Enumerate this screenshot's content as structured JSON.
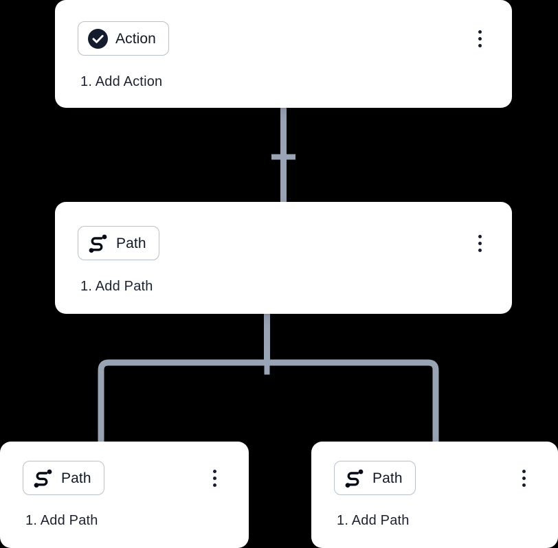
{
  "canvas": {
    "background_color": "#000000",
    "card_background_color": "#ffffff",
    "connector_color": "#98a3b3",
    "chip_border_color": "#b7c0cc",
    "text_color": "#1b2130",
    "action_icon_color": "#141b2d"
  },
  "nodes": [
    {
      "id": "node-action",
      "chip_label": "Action",
      "chip_icon": "check-circle-icon",
      "subtitle": "1. Add Action",
      "menu_icon": "kebab-menu-icon"
    },
    {
      "id": "node-path-main",
      "chip_label": "Path",
      "chip_icon": "path-icon",
      "subtitle": "1. Add Path",
      "menu_icon": "kebab-menu-icon"
    },
    {
      "id": "node-path-left",
      "chip_label": "Path",
      "chip_icon": "path-icon",
      "subtitle": "1. Add Path",
      "menu_icon": "kebab-menu-icon"
    },
    {
      "id": "node-path-right",
      "chip_label": "Path",
      "chip_icon": "path-icon",
      "subtitle": "1. Add Path",
      "menu_icon": "kebab-menu-icon"
    }
  ],
  "connectors": [
    {
      "id": "connector-action-to-path",
      "icon": "plus-icon"
    },
    {
      "id": "connector-path-branch",
      "icon": "plus-icon"
    }
  ]
}
